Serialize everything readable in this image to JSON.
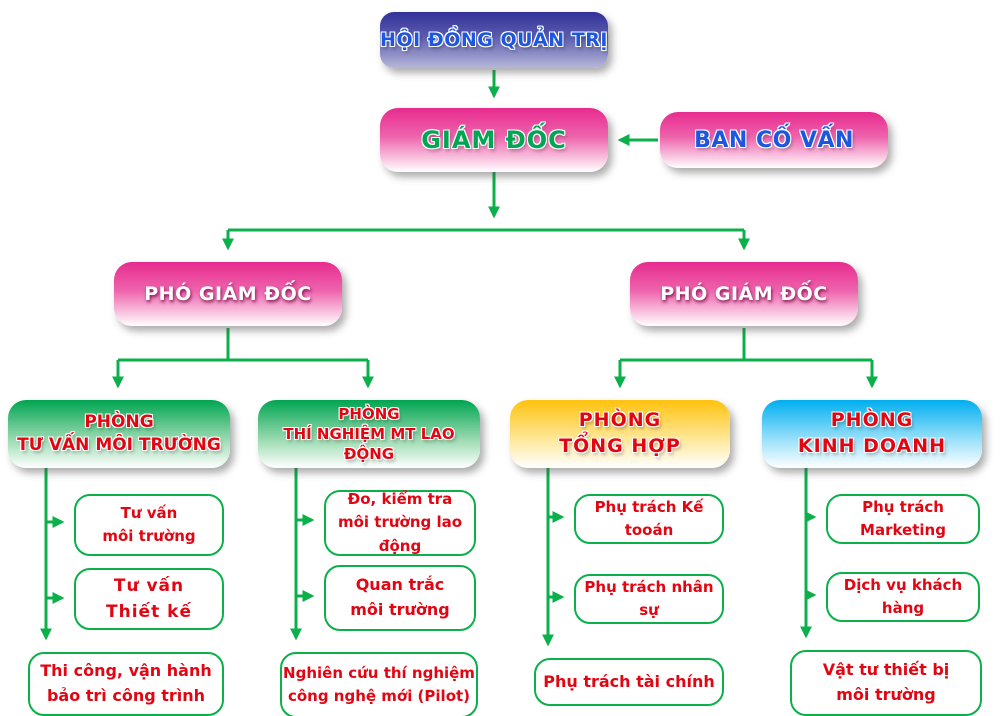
{
  "colors": {
    "connector_green": "#0cb04a",
    "red_text": "#e20613",
    "green_text": "#00a651",
    "blue_text": "#1d57e0",
    "pink_box": "#e72b8e",
    "yellow_box": "#ffc20e",
    "blue_box": "#00aeef",
    "green_box": "#00a551",
    "board_box": "#31319a"
  },
  "nodes": {
    "board": "HỘI ĐỒNG QUẢN TRỊ",
    "director": "GIÁM ĐỐC",
    "advisory": "BAN CỐ VẤN",
    "deputy_left": "PHÓ GIÁM ĐỐC",
    "deputy_right": "PHÓ GIÁM ĐỐC",
    "dept_consulting": "PHÒNG\nTƯ VẤN MÔI TRƯỜNG",
    "dept_lab": "PHÒNG\nTHÍ NGHIỆM MT LAO ĐỘNG",
    "dept_general": "PHÒNG\nTỔNG HỢP",
    "dept_business": "PHÒNG\nKINH DOANH",
    "consulting_items": [
      "Tư vấn\nmôi trường",
      "Tư vấn\nThiết kế",
      "Thi công, vận hành\nbảo trì công trình"
    ],
    "lab_items": [
      "Đo, kiểm tra\nmôi trường lao động",
      "Quan trắc\nmôi trường",
      "Nghiên cứu thí nghiệm\ncông nghệ mới (Pilot)"
    ],
    "general_items": [
      "Phụ trách Kế tooán",
      "Phụ trách nhân sự",
      "Phụ trách tài chính"
    ],
    "business_items": [
      "Phụ trách Marketing",
      "Dịch vụ khách hàng",
      "Vật tư thiết bị\nmôi trường"
    ]
  }
}
